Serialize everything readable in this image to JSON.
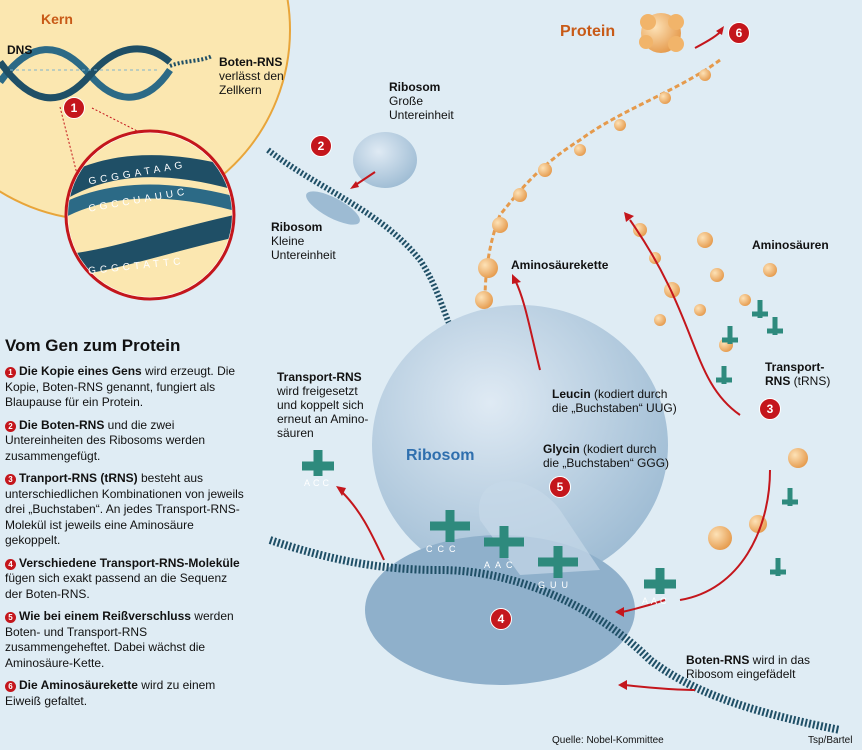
{
  "colors": {
    "background": "#dfecf4",
    "nucleus": "#fbe7b0",
    "nucleus_edge": "#e8a53a",
    "rna": "#1f4f66",
    "ribosom": "#b7cfe2",
    "aminoacid": "#f1b46a",
    "trna": "#2e8a7d",
    "marker_red": "#c4161c",
    "protein_title": "#c85a17"
  },
  "labels": {
    "kern": "Kern",
    "dns": "DNS",
    "boten_rns_title": "Boten-RNS",
    "boten_rns_line1": "verlässt den",
    "boten_rns_line2": "Zellkern",
    "ribosom_gross_title": "Ribosom",
    "ribosom_gross_line1": "Große",
    "ribosom_gross_line2": "Untereinheit",
    "ribosom_klein_title": "Ribosom",
    "ribosom_klein_line1": "Kleine",
    "ribosom_klein_line2": "Untereinheit",
    "protein": "Protein",
    "aminosaeurekette": "Aminosäurekette",
    "aminosaeuren": "Aminosäuren",
    "transport_rns_title": "Transport-",
    "transport_rns_line2_bold": "RNS",
    "transport_rns_line2_rest": " (tRNS)",
    "leucin_bold": "Leucin",
    "leucin_rest": " (kodiert durch",
    "leucin_line2": "die „Buchstaben“ UUG)",
    "glycin_bold": "Glycin",
    "glycin_rest": " (kodiert durch",
    "glycin_line2": "die „Buchstaben“ GGG)",
    "ribosom_center": "Ribosom",
    "trns_free_title": "Transport-RNS",
    "trns_free_line1": "wird freigesetzt",
    "trns_free_line2": "und koppelt sich",
    "trns_free_line3": "erneut an Amino-",
    "trns_free_line4": "säuren",
    "boten_rns_bottom_bold": "Boten-RNS",
    "boten_rns_bottom_rest": " wird in das",
    "boten_rns_bottom_line2": "Ribosom eingefädelt",
    "dna_strand_top": "GCGGATAAG",
    "dna_strand_mid": "CGCCUAUUC",
    "dna_strand_bottom": "GCGCTATTC",
    "codon_left": "CCC",
    "codon_mid": "AAC",
    "codon_right": "GUU",
    "anticodon_free": "ACC",
    "anticodon_incoming": "AAC"
  },
  "markers": [
    "1",
    "2",
    "3",
    "4",
    "5",
    "6"
  ],
  "legend": {
    "title": "Vom Gen zum Protein",
    "steps": [
      {
        "n": "1",
        "bold": "Die Kopie eines Gens",
        "rest": " wird erzeugt. Die Kopie, Boten-RNS genannt, fungiert als Blaupause für ein Protein."
      },
      {
        "n": "2",
        "bold": "Die Boten-RNS",
        "rest": " und die zwei Untereinheiten des Ribosoms werden zusammengefügt."
      },
      {
        "n": "3",
        "bold": "Tranport-RNS (tRNS)",
        "rest": " besteht aus unterschiedlichen Kombinationen von jeweils drei „Buchstaben“. An jedes Transport-RNS-Molekül ist jeweils eine Aminosäure gekoppelt."
      },
      {
        "n": "4",
        "bold": "Verschiedene Transport-RNS-Moleküle",
        "rest": " fügen sich exakt passend an die Sequenz der Boten-RNS."
      },
      {
        "n": "5",
        "bold": "Wie bei einem Reißverschluss",
        "rest": " werden Boten- und Transport-RNS zusammengeheftet. Dabei wächst die Aminosäure-Kette."
      },
      {
        "n": "6",
        "bold": "Die Aminosäurekette",
        "rest": " wird zu einem Eiweiß gefaltet."
      }
    ]
  },
  "credits": {
    "source": "Quelle: Nobel-Kommittee",
    "author": "Tsp/Bartel"
  }
}
